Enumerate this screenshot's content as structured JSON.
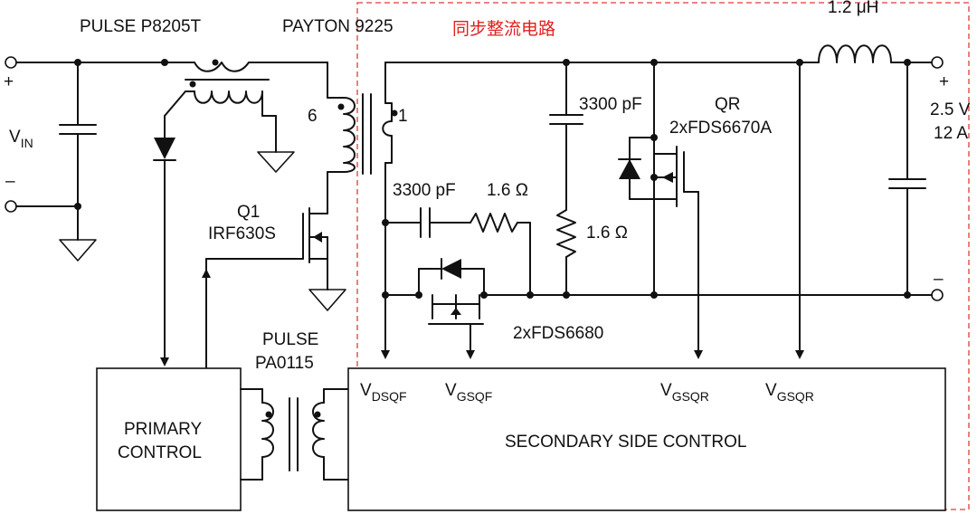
{
  "labels": {
    "pulse_p8205t": "PULSE P8205T",
    "payton_9225": "PAYTON 9225",
    "sync_rect_title": "同步整流电路",
    "inductor": "1.2 μH",
    "vin_main": "V",
    "vin_sub": "IN",
    "vin_plus": "+",
    "vin_minus": "–",
    "turns_primary": "6",
    "turns_secondary": "1",
    "cap_snubber": "3300 pF",
    "res_snubber": "1.6 Ω",
    "cap_qr_snubber": "3300 pF",
    "res_qr_snubber": "1.6 Ω",
    "qr_name": "QR",
    "qr_part": "2xFDS6670A",
    "q1_name": "Q1",
    "q1_part": "IRF630S",
    "qf_part": "2xFDS6680",
    "pulse_pa0115_line1": "PULSE",
    "pulse_pa0115_line2": "PA0115",
    "out_plus": "+",
    "out_minus": "–",
    "out_voltage": "2.5 V",
    "out_current": "12 A",
    "primary_control_line1": "PRIMARY",
    "primary_control_line2": "CONTROL",
    "secondary_control": "SECONDARY SIDE CONTROL",
    "pin_vdsqf_main": "V",
    "pin_vdsqf_sub": "DSQF",
    "pin_vgsqf_main": "V",
    "pin_vgsqf_sub": "GSQF",
    "pin_vgsqr1_main": "V",
    "pin_vgsqr1_sub": "GSQR",
    "pin_vgsqr2_main": "V",
    "pin_vgsqr2_sub": "GSQR"
  },
  "colors": {
    "wire": "#111111",
    "highlight_border": "#e23b3b",
    "highlight_title": "#e0201f",
    "background": "#ffffff"
  }
}
